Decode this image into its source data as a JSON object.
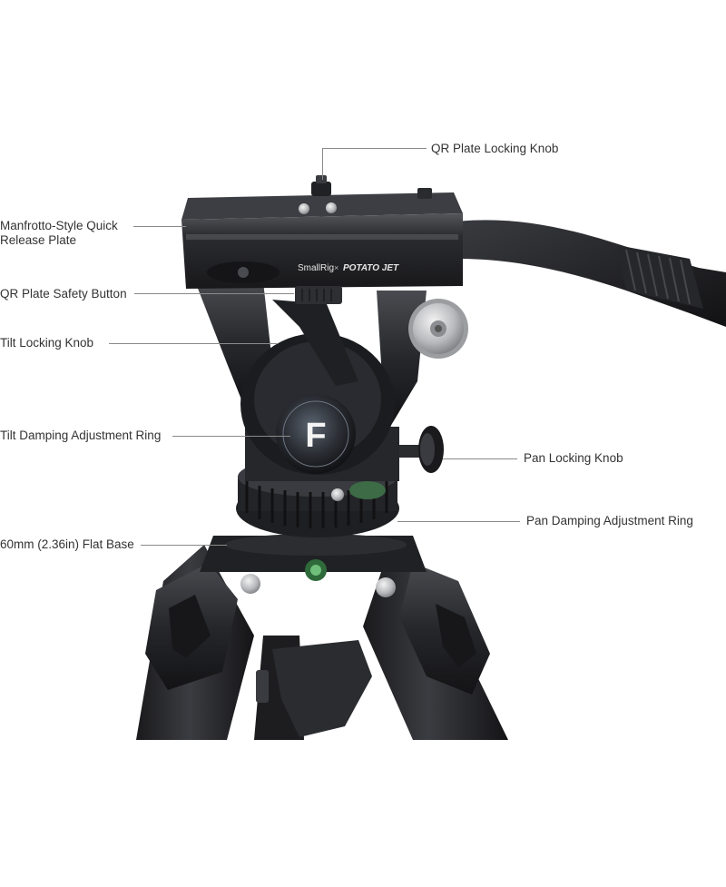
{
  "labels": {
    "qr_plate_locking_knob": "QR Plate Locking Knob",
    "manfrotto_plate_line1": "Manfrotto-Style Quick",
    "manfrotto_plate_line2": "Release Plate",
    "qr_plate_safety_button": "QR Plate Safety Button",
    "tilt_locking_knob": "Tilt Locking Knob",
    "tilt_damping_ring": "Tilt Damping Adjustment Ring",
    "pan_locking_knob": "Pan Locking Knob",
    "pan_damping_ring": "Pan Damping Adjustment Ring",
    "flat_base": "60mm (2.36in) Flat Base"
  },
  "product_markings": {
    "brand_left": "SmallRig",
    "brand_separator": "×",
    "brand_right": "POTATO JET",
    "dial_logo": "F"
  },
  "colors": {
    "background": "#ffffff",
    "label_text": "#333333",
    "leader_line": "#8a8a8a",
    "metal_dark": "#1c1c1e",
    "metal_mid": "#2e2f33",
    "metal_light": "#4a4b50"
  }
}
